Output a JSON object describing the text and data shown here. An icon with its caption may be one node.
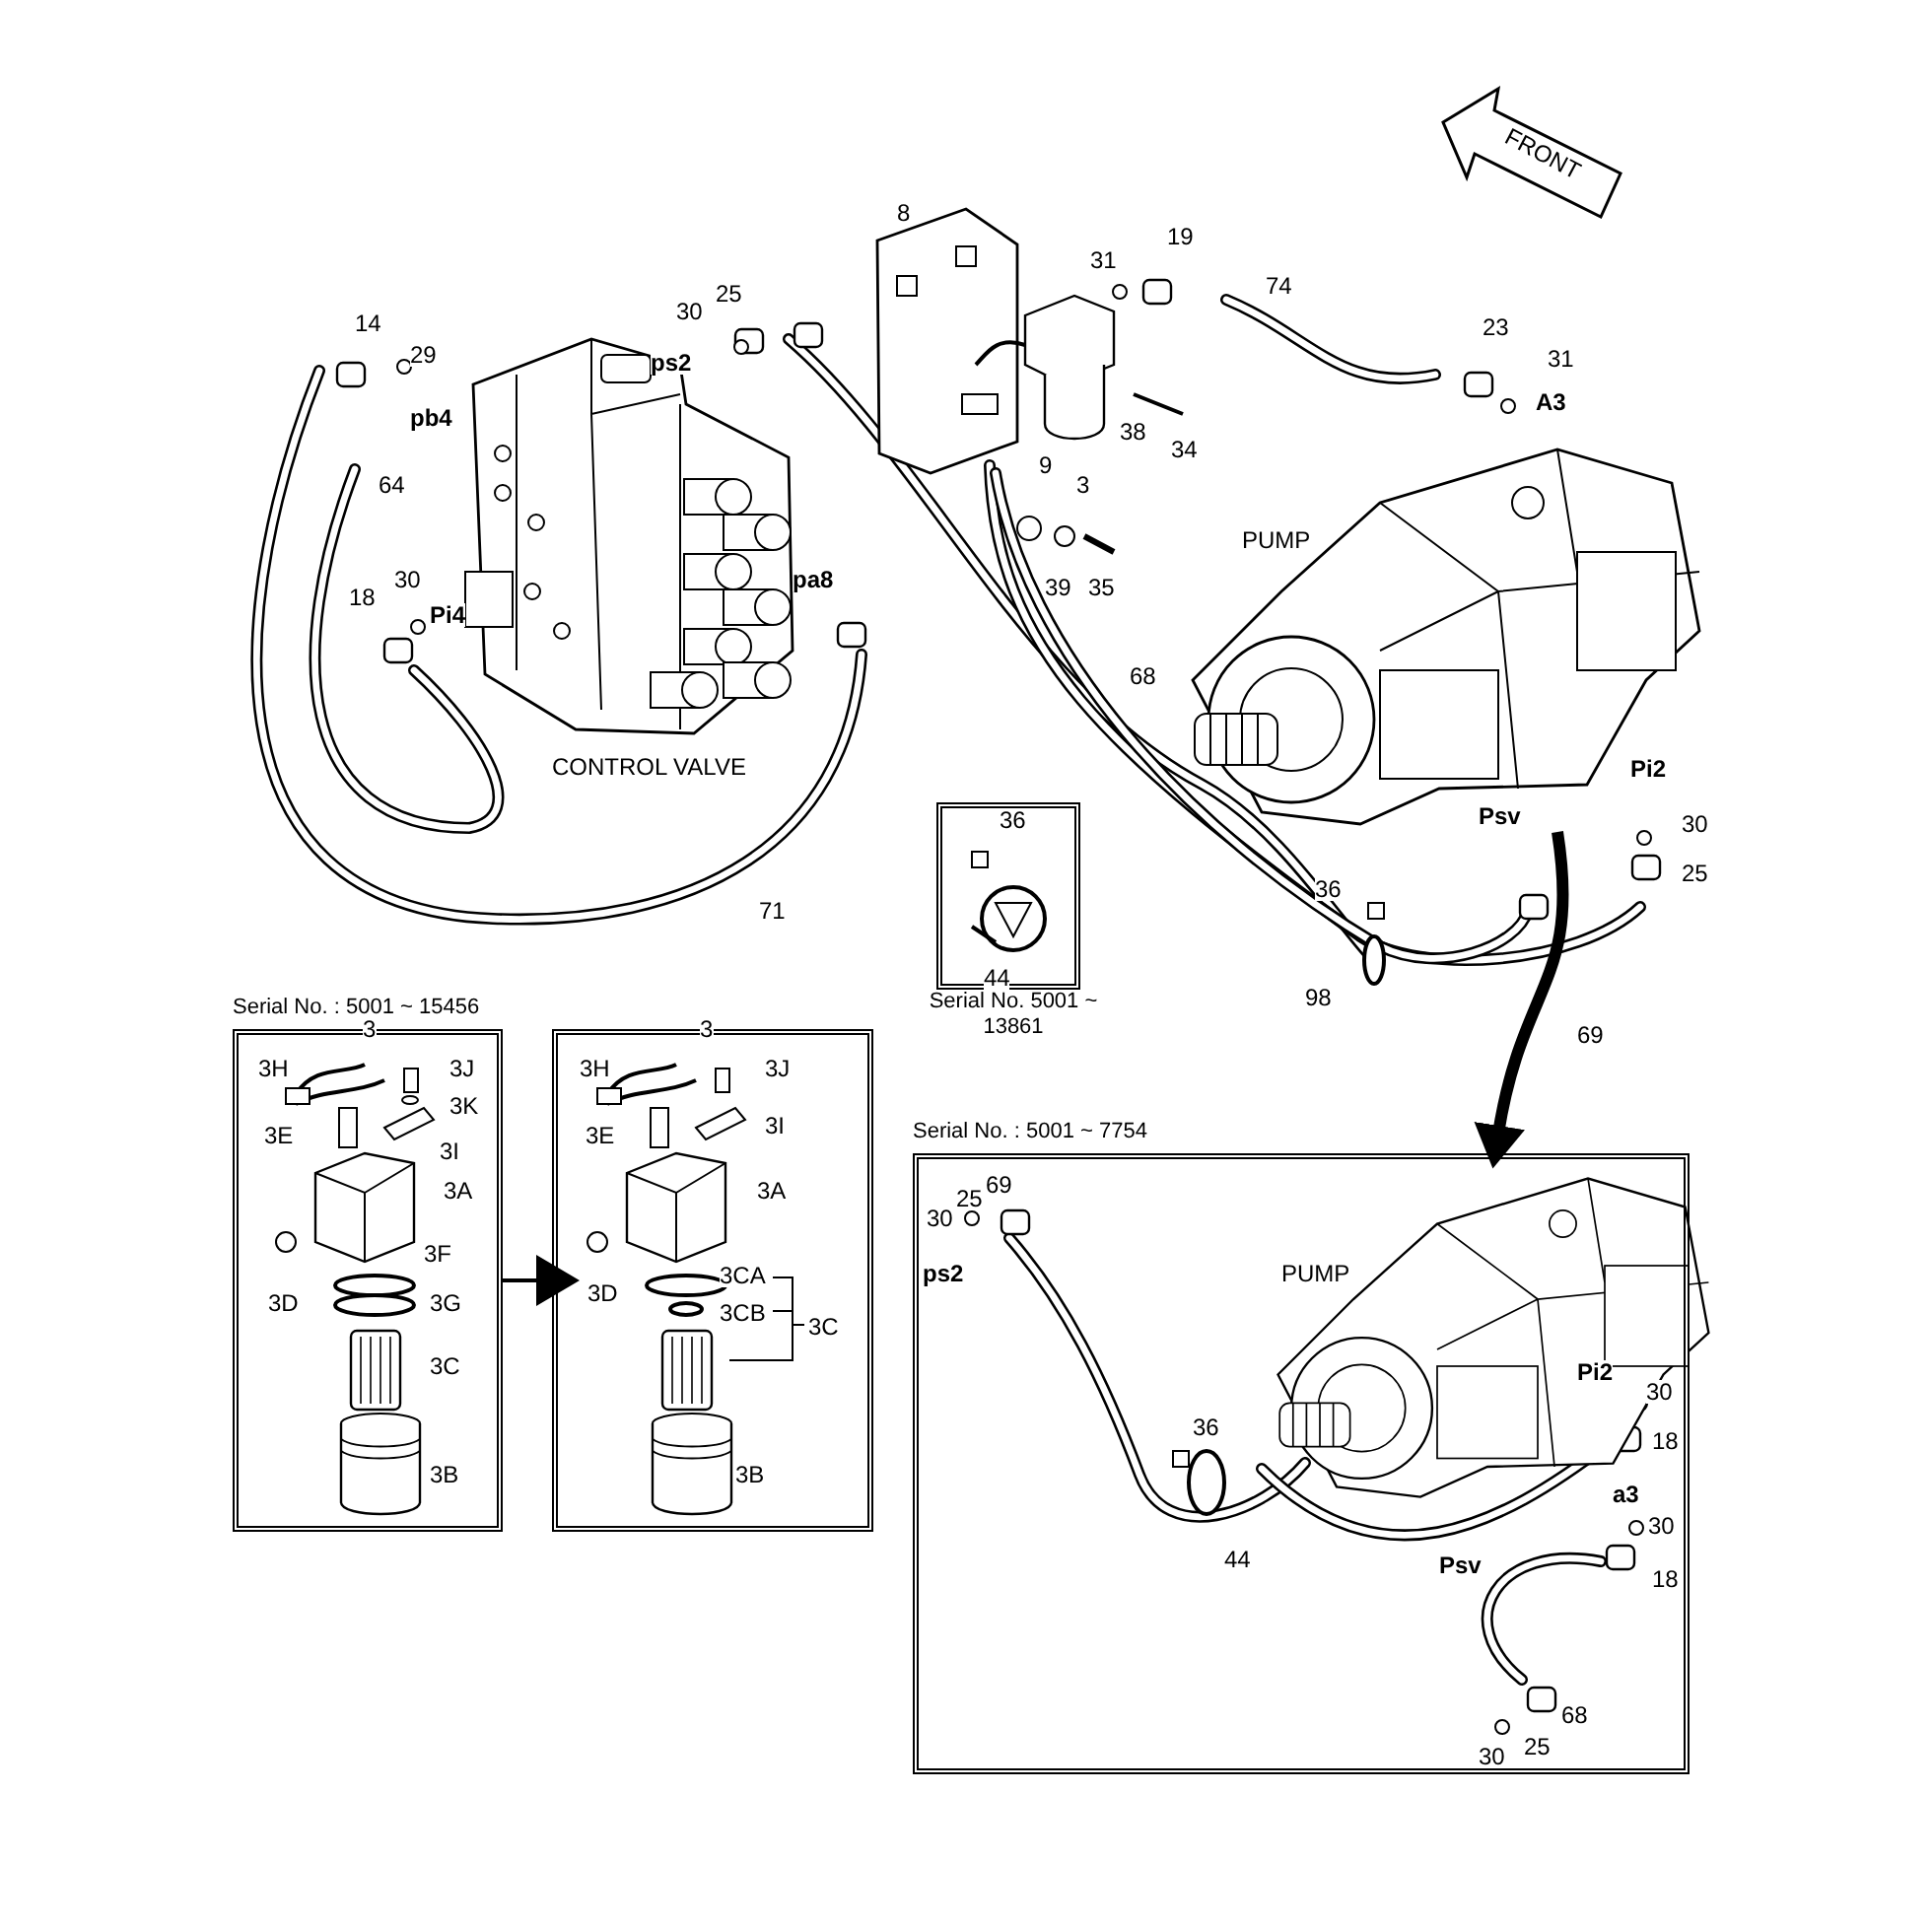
{
  "diagram": {
    "nodes": [
      {
        "text": [
          "Serial No. : 5001 ~ 15456"
        ]
      },
      {
        "text": [],
        "shape": "box"
      },
      {
        "text": [
          "Serial No. 5001 ~ 13861"
        ]
      },
      {
        "text": [
          "Serial No. : 5001 ~ 7754"
        ]
      },
      {
        "text": [
          "PUMP"
        ]
      }
    ],
    "edges": [
      {
        "from": 0,
        "to": 1,
        "arrow": "to"
      },
      {
        "from": 4,
        "to": 3,
        "arrow": "to",
        "style": "thick"
      }
    ],
    "labels": [
      "FRONT",
      "8",
      "31",
      "19",
      "74",
      "25",
      "14",
      "30",
      "29",
      "ps2",
      "23",
      "31",
      "A3",
      "pb4",
      "3",
      "38",
      "34",
      "9",
      "64",
      "39",
      "35",
      "18",
      "30",
      "Pi4",
      "pa8",
      "68",
      "CONTROL VALVE",
      "Pi2",
      "36",
      "30",
      "25",
      "Psv",
      "36",
      "44",
      "71",
      "98",
      "3",
      "3",
      "69",
      "3H",
      "3J",
      "3K",
      "3E",
      "3I",
      "3A",
      "3F",
      "3D",
      "3G",
      "3C",
      "3B",
      "3H",
      "3J",
      "3E",
      "3I",
      "3A",
      "3CA",
      "3D",
      "3CB",
      "3C",
      "3B",
      "69",
      "25",
      "30",
      "ps2",
      "PUMP",
      "Pi2",
      "30",
      "18",
      "36",
      "a3",
      "30",
      "18",
      "44",
      "Psv",
      "68",
      "25",
      "30"
    ]
  }
}
